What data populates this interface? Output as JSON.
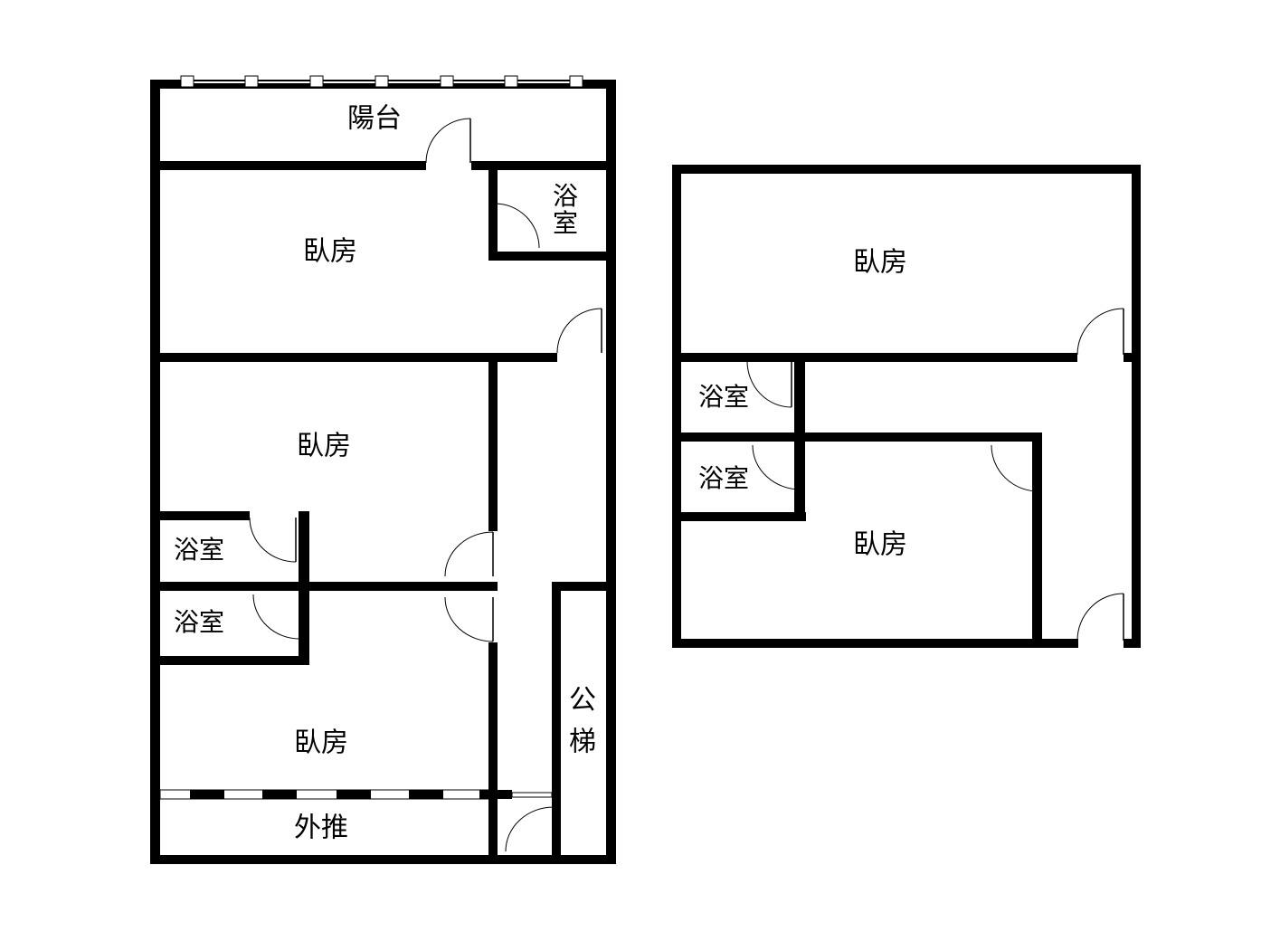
{
  "plan_left": {
    "balcony": "陽台",
    "bedroom_top": "臥房",
    "bath_top_a": "浴",
    "bath_top_b": "室",
    "bedroom_mid": "臥房",
    "bath_mid_1": "浴室",
    "bath_mid_2": "浴室",
    "bedroom_bottom": "臥房",
    "extension": "外推",
    "stair_a": "公",
    "stair_b": "梯"
  },
  "plan_right": {
    "bedroom_top": "臥房",
    "bath_1": "浴室",
    "bath_2": "浴室",
    "bedroom_bottom": "臥房"
  },
  "colors": {
    "wall": "#000000",
    "background": "#ffffff"
  }
}
